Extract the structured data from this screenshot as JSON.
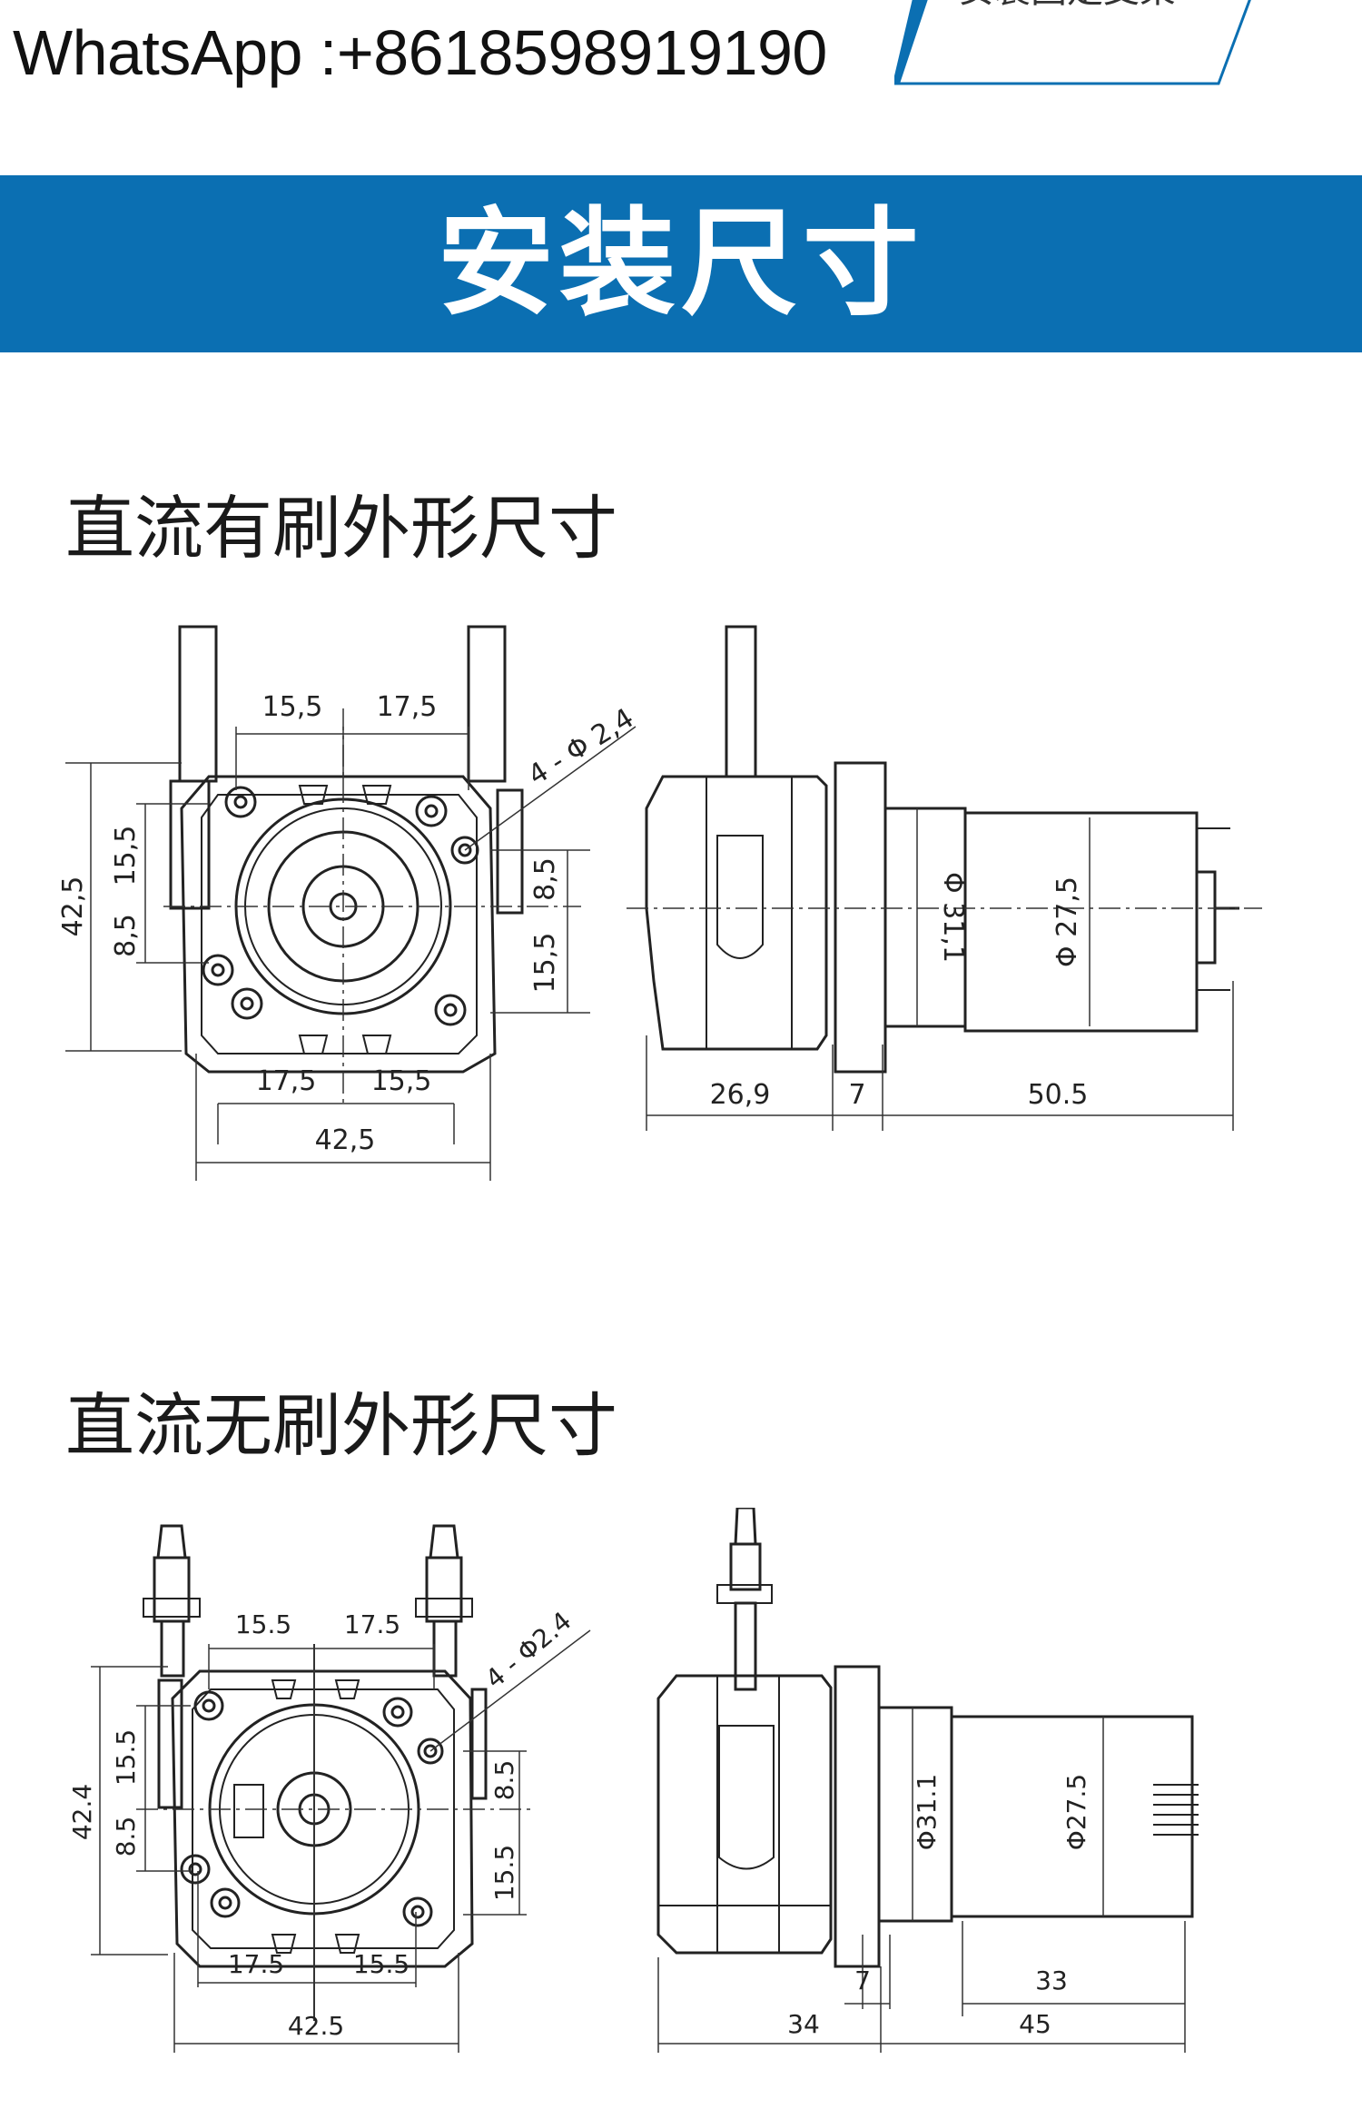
{
  "header": {
    "contact_text": "WhatsApp :+8618598919190",
    "tab_label": "安装固定支架"
  },
  "banner": {
    "title": "安装尺寸",
    "color": "#0b6fb2"
  },
  "sections": [
    {
      "title": "直流有刷外形尺寸",
      "front_view": {
        "top_left": "15,5",
        "top_right": "17,5",
        "hole_callout": "4 - Φ 2,4",
        "left_overall": "42,5",
        "left_upper": "15,5",
        "left_lower": "8,5",
        "right_upper": "8,5",
        "right_lower": "15,5",
        "bottom_left": "17,5",
        "bottom_right": "15,5",
        "bottom_overall": "42,5"
      },
      "side_view": {
        "flange_diameter": "Φ 31,1",
        "motor_diameter": "Φ 27,5",
        "pump_length": "26,9",
        "flange_length": "7",
        "motor_length": "50.5"
      }
    },
    {
      "title": "直流无刷外形尺寸",
      "front_view": {
        "top_left": "15.5",
        "top_right": "17.5",
        "hole_callout": "4 - Φ2.4",
        "left_overall": "42.4",
        "left_upper": "15.5",
        "left_lower": "8.5",
        "right_upper": "8.5",
        "right_lower": "15.5",
        "bottom_left": "17.5",
        "bottom_right": "15.5",
        "bottom_overall": "42.5"
      },
      "side_view": {
        "flange_diameter": "Φ31.1",
        "motor_diameter": "Φ27.5",
        "pump_length": "34",
        "flange_length": "7",
        "motor_body_length": "33",
        "motor_length": "45"
      }
    }
  ]
}
